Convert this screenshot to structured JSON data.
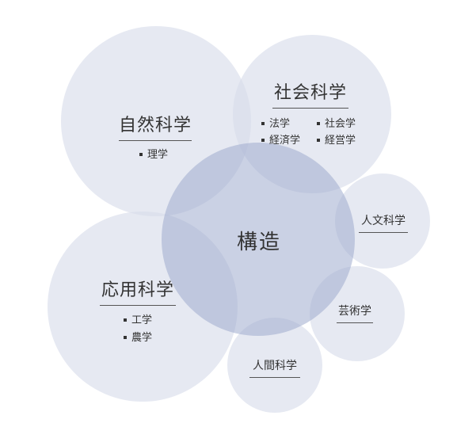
{
  "diagram": {
    "center": {
      "label": "構造"
    },
    "fields": [
      {
        "id": "shizen",
        "label": "自然科学",
        "items": [
          "理学"
        ]
      },
      {
        "id": "shakai",
        "label": "社会科学",
        "items": [
          "法学",
          "社会学",
          "経済学",
          "経営学"
        ]
      },
      {
        "id": "ouyou",
        "label": "応用科学",
        "items": [
          "工学",
          "農学"
        ]
      },
      {
        "id": "jinbun",
        "label": "人文科学",
        "items": []
      },
      {
        "id": "geijutsu",
        "label": "芸術学",
        "items": []
      },
      {
        "id": "ningen",
        "label": "人間科学",
        "items": []
      }
    ]
  },
  "colors": {
    "outer_circle": "#d6dcea",
    "center_circle": "#9eacce",
    "text": "#333333"
  }
}
